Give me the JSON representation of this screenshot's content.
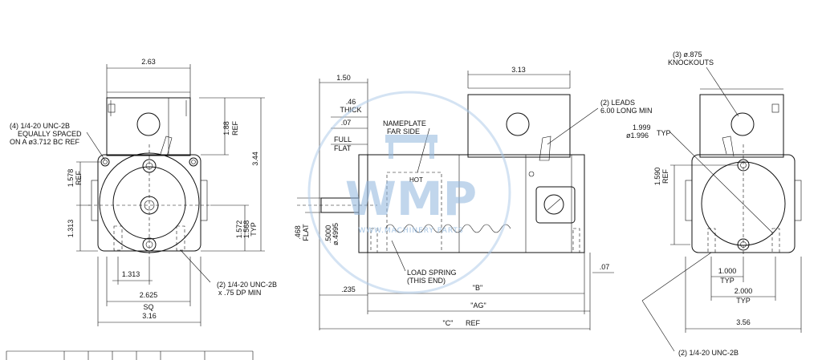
{
  "watermark": {
    "logo": "WMP",
    "subtitle": "WWW.MACHINERY PARTS"
  },
  "left_view": {
    "top_width": "2.63",
    "holes_note_1": "(4) 1/4-20 UNC-2B",
    "holes_note_2": "EQUALLY SPACED",
    "holes_note_3": "ON A ø3.712 BC REF",
    "height_188": "1.88",
    "ref_188": "REF",
    "height_344": "3.44",
    "left_1578": "1.578",
    "left_1578_ref": "REF",
    "left_1313": "1.313",
    "right_1572": "1.572",
    "right_1568": "1.568",
    "right_typ": "TYP",
    "bottom_1313": "1.313",
    "tap_note_1": "(2) 1/4-20 UNC-2B",
    "tap_note_2": "x .75 DP MIN",
    "sq_2625": "2.625",
    "sq_label": "SQ",
    "overall_316": "3.16"
  },
  "center_view": {
    "dim_150": "1.50",
    "thick_46": ".46",
    "thick_label": "THICK",
    "dim_07_top": ".07",
    "full_label": "FULL",
    "flat_label": "FLAT",
    "nameplate_1": "NAMEPLATE",
    "nameplate_2": "FAR SIDE",
    "box_313": "3.13",
    "leads_1": "(2) LEADS",
    "leads_2": "6.00 LONG MIN",
    "hot_label": "HOT",
    "dim_468": ".468",
    "flat_vert": "FLAT",
    "shaft_5000": ".5000",
    "shaft_4995": "ø.4995",
    "load_spring_1": "LOAD SPRING",
    "load_spring_2": "(THIS END)",
    "dim_235": ".235",
    "dim_b": "\"B\"",
    "dim_07_right": ".07",
    "dim_ag": "\"AG\"",
    "dim_c": "\"C\"",
    "dim_c_ref": "REF"
  },
  "right_view": {
    "knockouts_1": "(3) ø.875",
    "knockouts_2": "KNOCKOUTS",
    "dia_1999": "1.999",
    "dia_1996": "ø1.996",
    "typ_a": "TYP",
    "ref_1590": "1.590",
    "ref_1590_lbl": "REF",
    "dim_1000": "1.000",
    "typ_b": "TYP",
    "dim_2000": "2.000",
    "typ_c": "TYP",
    "dim_356": "3.56",
    "tap_note": "(2) 1/4-20 UNC-2B"
  }
}
